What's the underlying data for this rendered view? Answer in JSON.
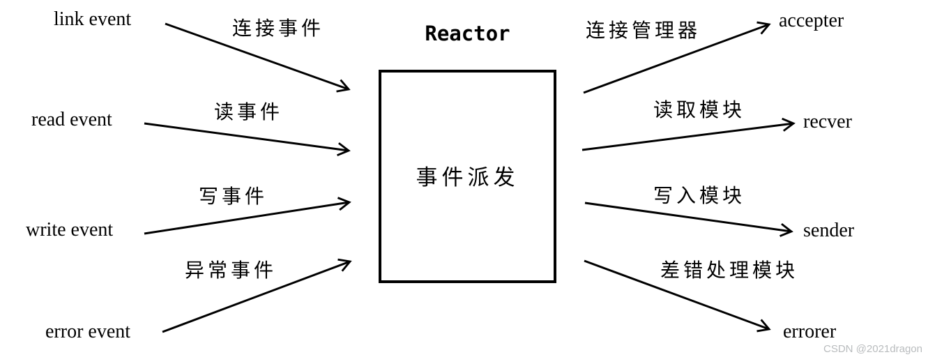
{
  "diagram": {
    "title": "Reactor",
    "center_box": {
      "label": "事件派发"
    },
    "inputs": [
      {
        "source": "link event",
        "label": "连接事件"
      },
      {
        "source": "read event",
        "label": "读事件"
      },
      {
        "source": "write event",
        "label": "写事件"
      },
      {
        "source": "error event",
        "label": "异常事件"
      }
    ],
    "outputs": [
      {
        "label": "连接管理器",
        "target": "accepter"
      },
      {
        "label": "读取模块",
        "target": "recver"
      },
      {
        "label": "写入模块",
        "target": "sender"
      },
      {
        "label": "差错处理模块",
        "target": "errorer"
      }
    ],
    "colors": {
      "line": "#000000",
      "text": "#000000",
      "background": "#ffffff",
      "watermark": "#b9bcbe"
    },
    "watermark": "CSDN @2021dragon"
  }
}
